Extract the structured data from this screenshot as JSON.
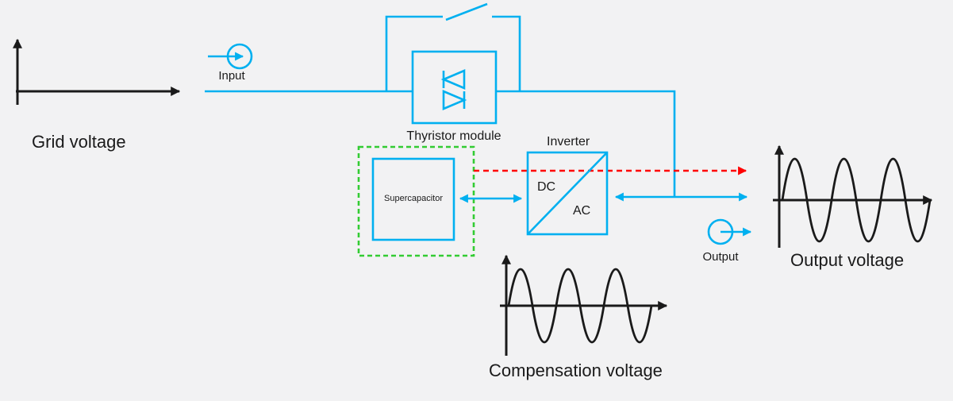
{
  "diagram": {
    "background": "#f2f2f3",
    "colors": {
      "power_path": "#00b0f0",
      "energy_storage_outline": "#33cc33",
      "control_signal": "#ff0000",
      "waveform_ink": "#1a1a1a"
    },
    "symbols": {
      "input_node": "circle-with-right-arrow",
      "output_node": "circle-with-right-arrow",
      "bypass_switch": "open-switch-blade",
      "thyristor_module": "antiparallel-thyristor-pair",
      "inverter": "dc-ac-converter-box-with-diagonal"
    },
    "labels": {
      "grid_voltage": "Grid voltage",
      "input": "Input",
      "thyristor_module": "Thyristor module",
      "supercapacitor": "Supercapacitor",
      "inverter": "Inverter",
      "inverter_dc": "DC",
      "inverter_ac": "AC",
      "output": "Output",
      "output_voltage": "Output voltage",
      "compensation_voltage": "Compensation voltage"
    },
    "waveforms": {
      "grid_voltage": {
        "type": "axes-only",
        "cycles_shown": 0
      },
      "compensation_voltage": {
        "type": "sine",
        "cycles_shown": 3
      },
      "output_voltage": {
        "type": "sine",
        "cycles_shown": 3
      }
    }
  }
}
